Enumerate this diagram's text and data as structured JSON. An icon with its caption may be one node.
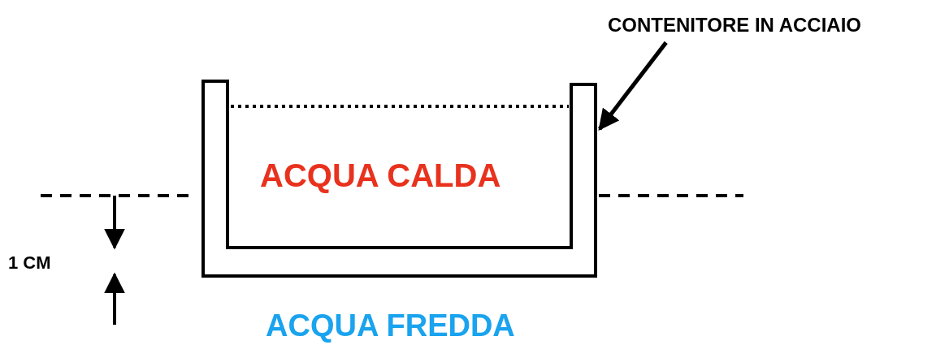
{
  "diagram": {
    "nodes": [
      {
        "text": [
          "CONTENITORE IN ACCIAIO"
        ]
      },
      {
        "text": [],
        "shape": "box"
      }
    ],
    "edges": [
      {
        "from": 0,
        "to": 1,
        "arrow": "to"
      }
    ],
    "labels": [
      "ACQUA CALDA",
      "1 CM",
      "ACQUA FREDDA"
    ]
  }
}
